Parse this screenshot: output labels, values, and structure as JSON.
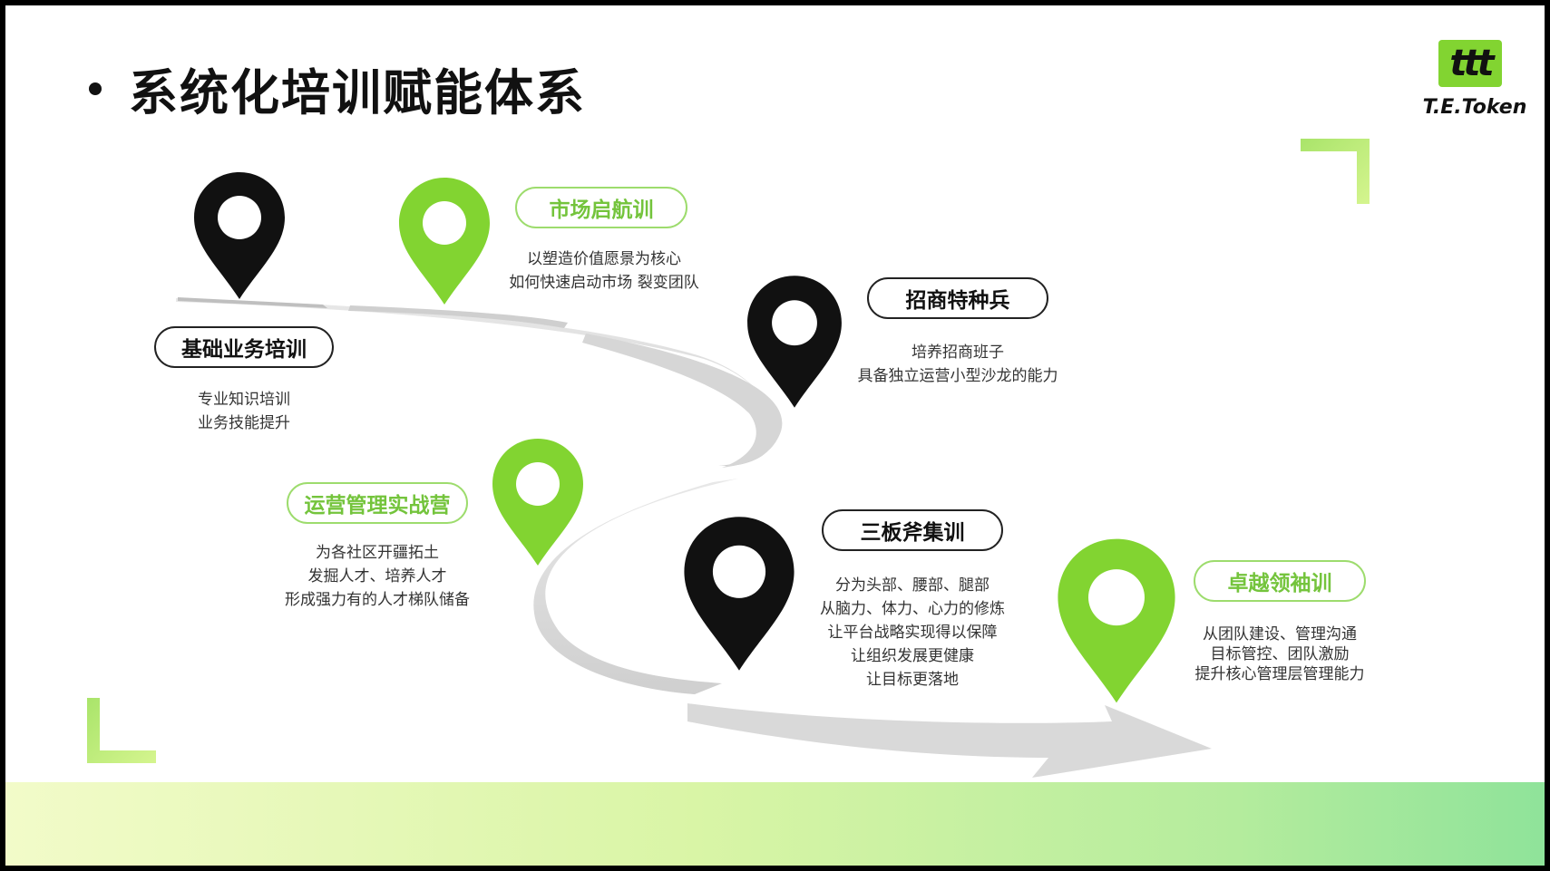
{
  "title": "系统化培训赋能体系",
  "logo": {
    "text": "T.E.Token",
    "mark": "ttt",
    "color": "#82d431"
  },
  "colors": {
    "green": "#82d431",
    "black": "#111111",
    "road": "#d9d9d9"
  },
  "stages": [
    {
      "name": "基础业务培训",
      "style": "black",
      "desc": [
        "专业知识培训",
        "业务技能提升"
      ]
    },
    {
      "name": "市场启航训",
      "style": "green",
      "desc": [
        "以塑造价值愿景为核心",
        "如何快速启动市场 裂变团队"
      ]
    },
    {
      "name": "招商特种兵",
      "style": "black",
      "desc": [
        "培养招商班子",
        "具备独立运营小型沙龙的能力"
      ]
    },
    {
      "name": "运营管理实战营",
      "style": "green",
      "desc": [
        "为各社区开疆拓土",
        "发掘人才、培养人才",
        "形成强力有的人才梯队储备"
      ]
    },
    {
      "name": "三板斧集训",
      "style": "black",
      "desc": [
        "分为头部、腰部、腿部",
        "从脑力、体力、心力的修炼",
        "让平台战略实现得以保障",
        "让组织发展更健康",
        "让目标更落地"
      ]
    },
    {
      "name": "卓越领袖训",
      "style": "green",
      "desc": [
        "从团队建设、管理沟通",
        "目标管控、团队激励",
        "提升核心管理层管理能力"
      ]
    }
  ]
}
